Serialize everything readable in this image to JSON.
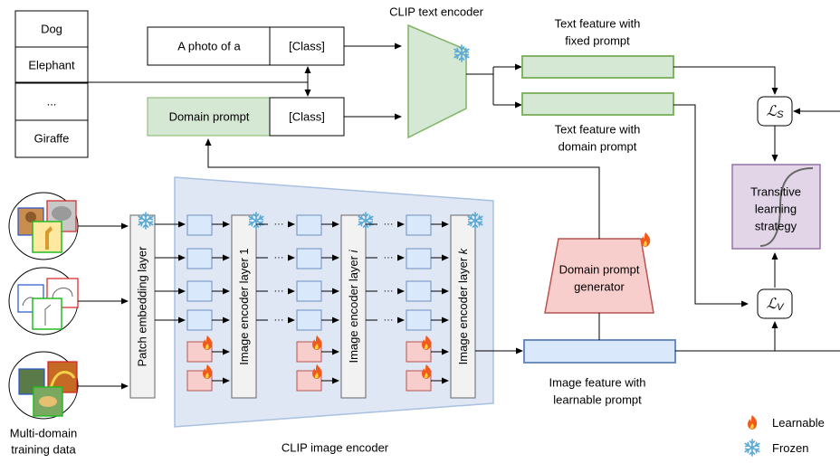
{
  "classes": [
    "Dog",
    "Elephant",
    "...",
    "Giraffe"
  ],
  "fixed_prompt": {
    "prefix": "A photo of a",
    "cls": "[Class]"
  },
  "domain_prompt": {
    "prefix": "Domain prompt",
    "cls": "[Class]"
  },
  "text_encoder_label": "CLIP text encoder",
  "text_feature_fixed": [
    "Text feature with",
    "fixed prompt"
  ],
  "text_feature_domain": [
    "Text feature with",
    "domain prompt"
  ],
  "loss_s": {
    "base": "ℒ",
    "sub": "S"
  },
  "loss_v": {
    "base": "ℒ",
    "sub": "V"
  },
  "transitive": [
    "Transitive",
    "learning",
    "strategy"
  ],
  "image_encoder_label": "CLIP image encoder",
  "patch_layer": "Patch embedding layer",
  "enc_layers": [
    {
      "text": "Image encoder layer ",
      "idx": "1"
    },
    {
      "text": "Image encoder layer ",
      "idx": "i"
    },
    {
      "text": "Image encoder layer ",
      "idx": "k"
    }
  ],
  "dpg": [
    "Domain prompt",
    "generator"
  ],
  "image_feature": [
    "Image feature with",
    "learnable prompt"
  ],
  "training_data": [
    "Multi-domain",
    "training data"
  ],
  "legend": {
    "learnable": "Learnable",
    "frozen": "Frozen"
  },
  "dots": "···",
  "colors": {
    "green_fill": "#d5e8d4",
    "green_stroke": "#82b366",
    "blue_fill": "#dae8fc",
    "blue_stroke": "#6c8ebf",
    "red_fill": "#f8cecc",
    "red_stroke": "#b85450",
    "purple_fill": "#e1d5e7",
    "purple_stroke": "#9673a6",
    "encoder_bg": "#dfe7f5",
    "snow": "#5aa9d6",
    "flame": "#f05a1a"
  }
}
